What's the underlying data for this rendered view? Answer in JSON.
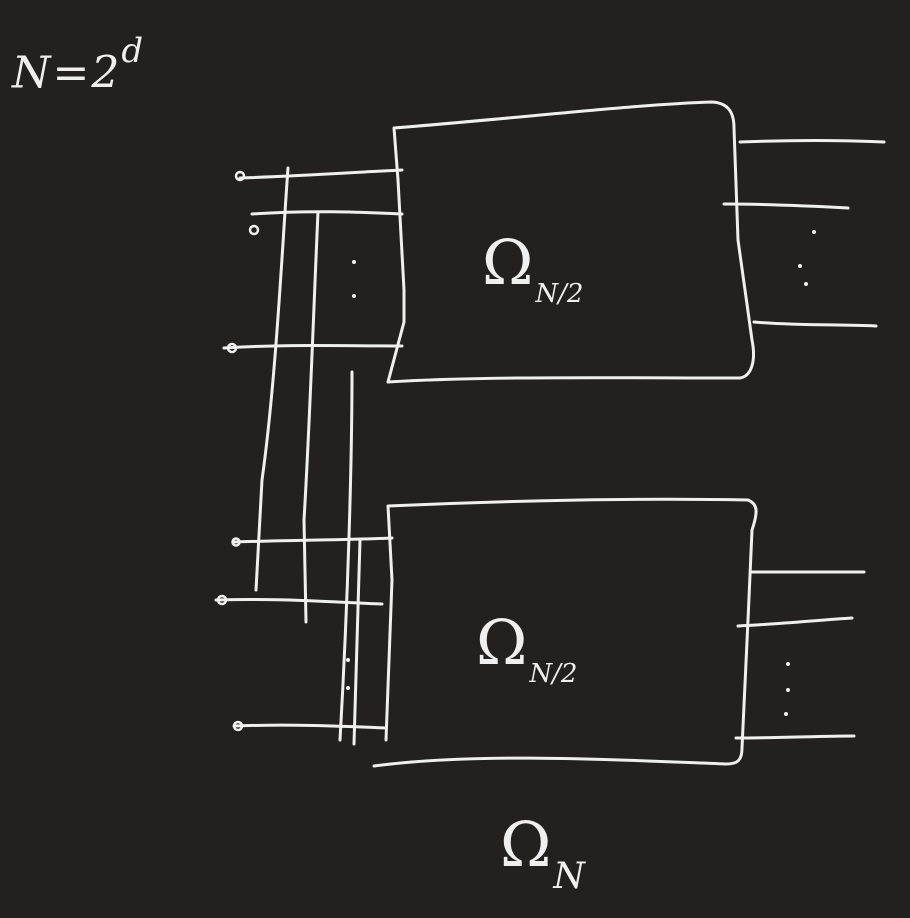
{
  "diagram": {
    "title": "N = 2^d",
    "title_text": "N=2",
    "title_exp": "d",
    "box_top": {
      "symbol": "Ω",
      "subscript": "N/2"
    },
    "box_bottom": {
      "symbol": "Ω",
      "subscript": "N/2"
    },
    "box_outer": {
      "symbol": "Ω",
      "subscript": "N"
    }
  },
  "colors": {
    "background": "#222120",
    "ink": "#efefef"
  }
}
